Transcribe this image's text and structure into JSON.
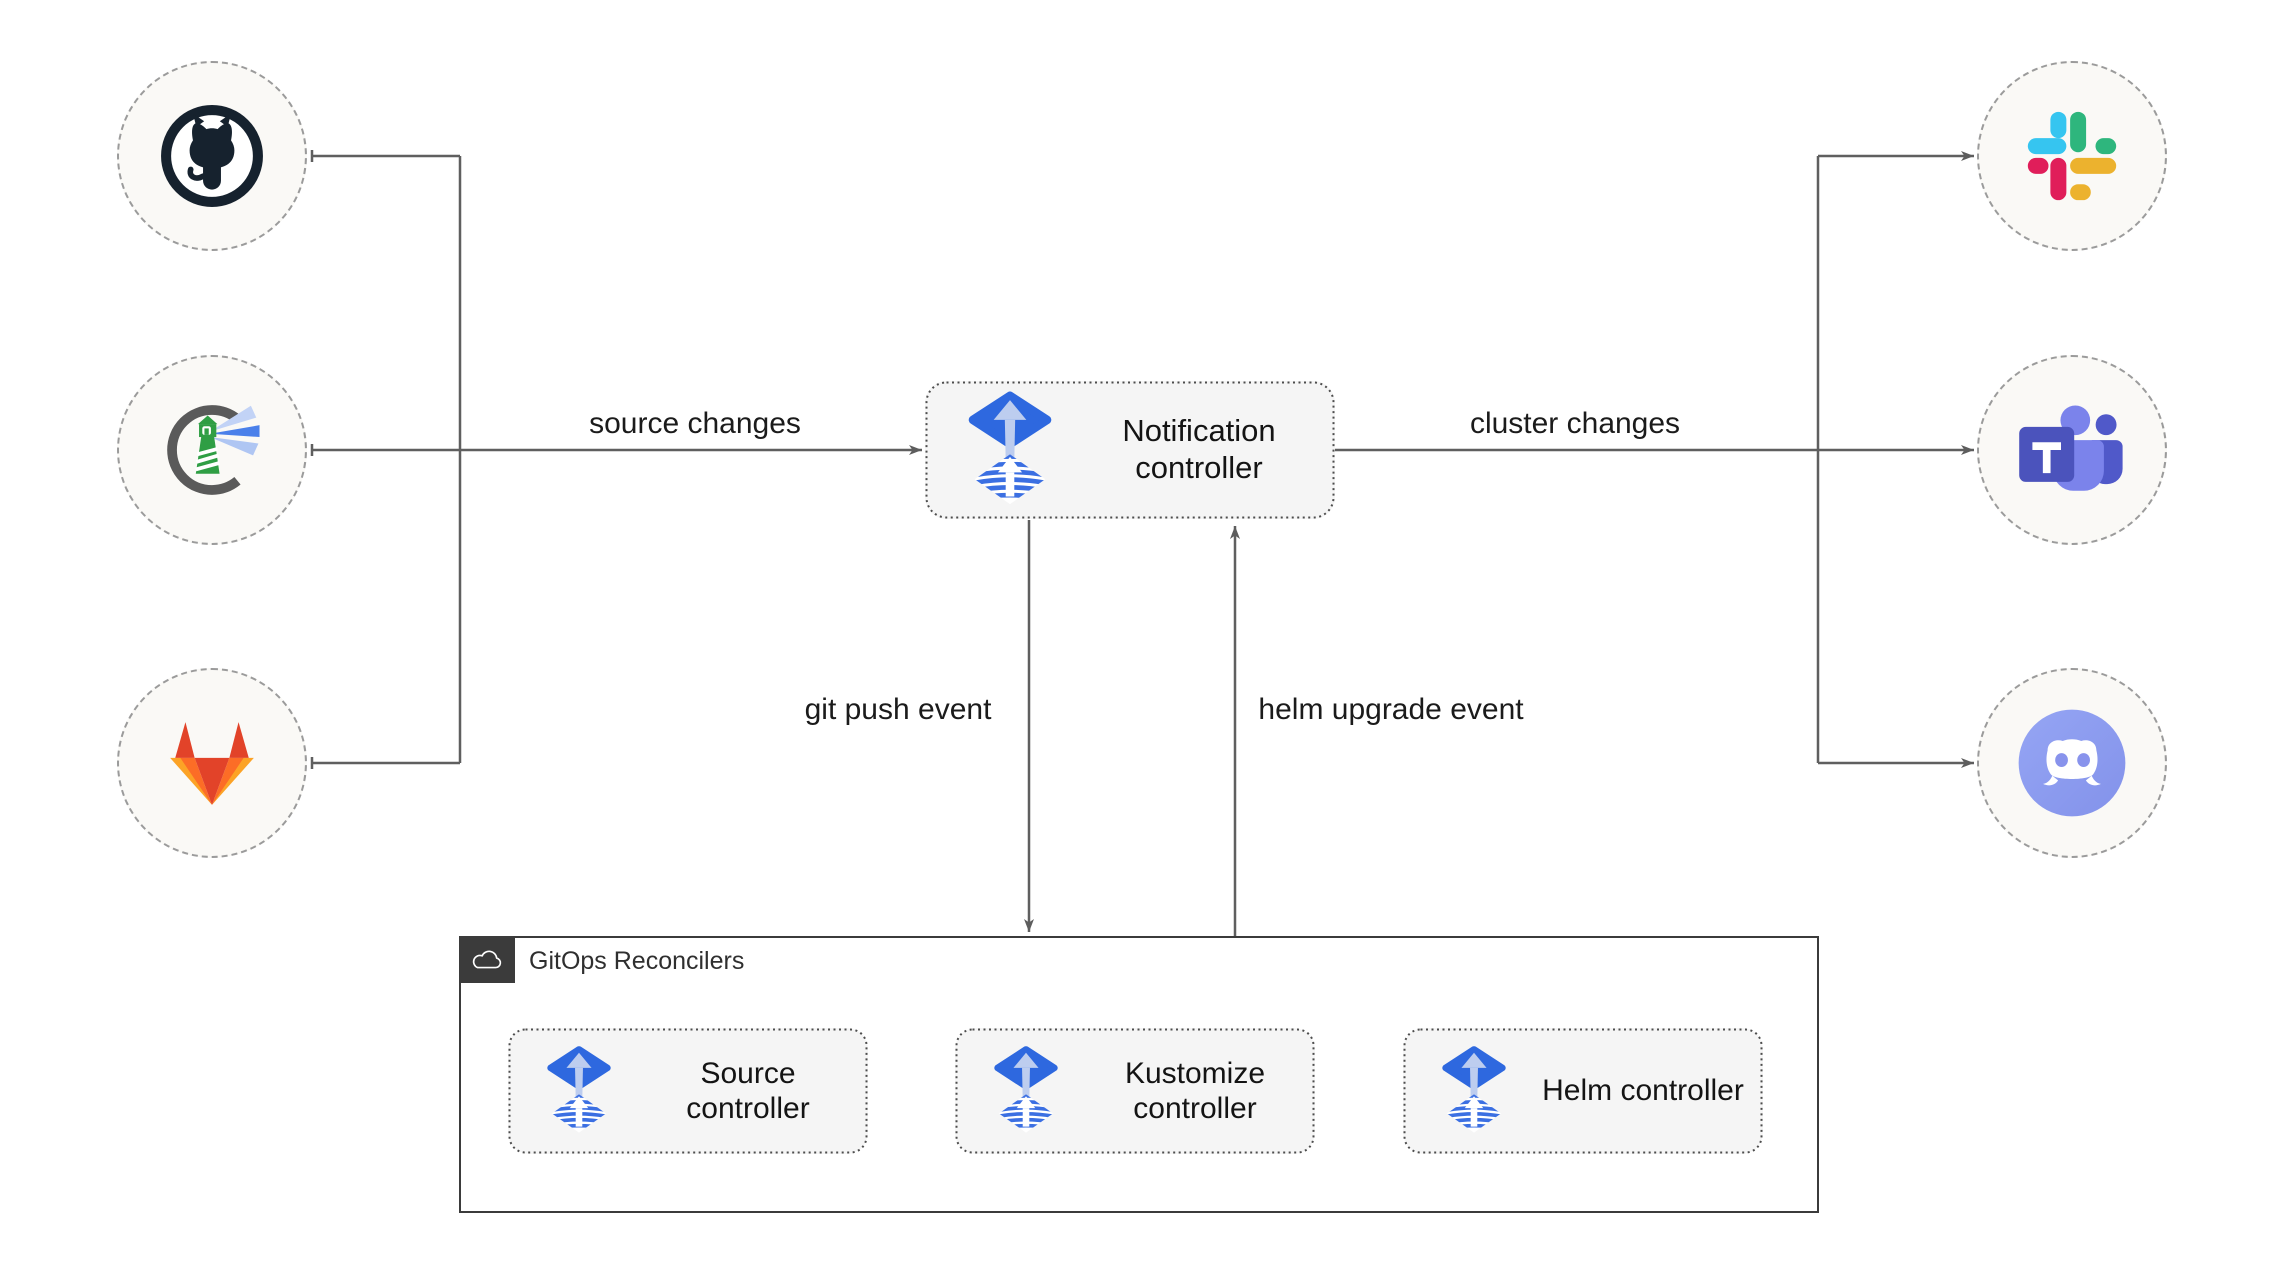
{
  "diagram": {
    "sources": [
      {
        "name": "GitHub",
        "icon": "github-icon"
      },
      {
        "name": "Harbor",
        "icon": "harbor-icon"
      },
      {
        "name": "GitLab",
        "icon": "gitlab-icon"
      }
    ],
    "notification_controller": {
      "label": "Notification controller",
      "icon": "flux-icon"
    },
    "targets": [
      {
        "name": "Slack",
        "icon": "slack-icon"
      },
      {
        "name": "Microsoft Teams",
        "icon": "teams-icon"
      },
      {
        "name": "Discord",
        "icon": "discord-icon"
      }
    ],
    "edges": {
      "source_changes": "source changes",
      "cluster_changes": "cluster changes",
      "git_push_event": "git push event",
      "helm_upgrade_event": "helm upgrade event"
    },
    "reconcilers": {
      "title": "GitOps Reconcilers",
      "icon": "cloud-icon",
      "controllers": [
        {
          "label": "Source controller",
          "icon": "flux-icon"
        },
        {
          "label": "Kustomize controller",
          "icon": "flux-icon"
        },
        {
          "label": "Helm controller",
          "icon": "flux-icon"
        }
      ]
    },
    "colors": {
      "flux_blue": "#2E68DF",
      "flux_light": "#BDCDEF",
      "node_fill": "#FAF9F6",
      "box_fill": "#F5F5F5",
      "wire": "#5F5F5F",
      "github": "#16222E",
      "harbor_gray": "#5A5A5A",
      "gitlab": [
        "#E24329",
        "#FC6D26",
        "#FCA326"
      ],
      "slack": [
        "#36C5F0",
        "#2EB67D",
        "#ECB22E",
        "#E01E5A"
      ],
      "teams": [
        "#4B53BC",
        "#7B83EB",
        "#5059C9"
      ],
      "discord": "#8A9CF0"
    }
  }
}
